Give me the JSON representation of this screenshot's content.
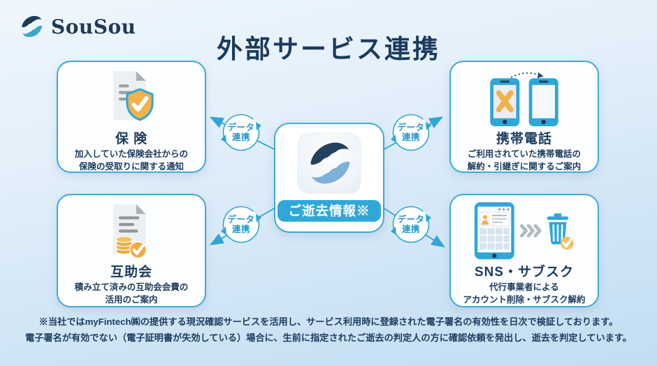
{
  "page": {
    "title": "外部サービス連携"
  },
  "brand": {
    "name": "SouSou",
    "logo_icon": "two-hands-icon"
  },
  "center": {
    "app_icon": "sousou-hands-app-icon",
    "label": "ご逝去情報※"
  },
  "link_badge": {
    "icon": "cycle-arrows-icon",
    "line1": "データ",
    "line2": "連携"
  },
  "cards": [
    {
      "id": "insurance",
      "icon": "document-shield-check-icon",
      "title": "保 険",
      "lines": [
        "加入していた保険会社からの",
        "保険の受取りに関する通知"
      ]
    },
    {
      "id": "mobile-phone",
      "icon": "phone-transfer-icon",
      "title": "携帯電話",
      "lines": [
        "ご利用されていた携帯電話の",
        "解約・引継ぎに関するご案内"
      ]
    },
    {
      "id": "mutual-aid",
      "icon": "document-coins-check-icon",
      "title": "互助会",
      "lines": [
        "積み立て済みの互助会会費の",
        "活用のご案内"
      ]
    },
    {
      "id": "sns-subscription",
      "icon": "phone-account-delete-icon",
      "title": "SNS・サブスク",
      "lines": [
        "代行事業者による",
        "アカウント削除・サブスク解約"
      ]
    }
  ],
  "footnote": {
    "lines": [
      "※当社ではmyFintech㈱の提供する現況確認サービスを活用し、サービス利用時に登録された電子署名の有効性を日次で検証しております。",
      "電子署名が有効でない（電子証明書が失効している）場合に、生前に指定されたご逝去の判定人の方に確認依頼を発出し、逝去を判定しています。"
    ]
  },
  "colors": {
    "accent_blue": "#2fa6d6",
    "navy_text": "#1c3b5e",
    "orange": "#f3b14d",
    "bg_top": "#eef6fd",
    "bg_bottom": "#c2ddf2"
  }
}
